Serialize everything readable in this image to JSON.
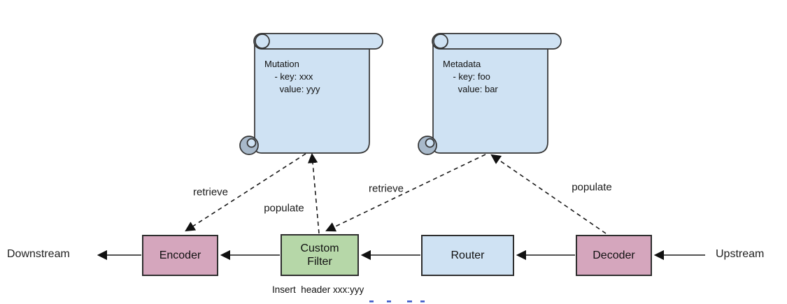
{
  "diagram": {
    "notes": {
      "mutation": "Mutation\n    - key: xxx\n      value: yyy",
      "metadata": "Metadata\n    - key: foo\n      value: bar"
    },
    "nodes": {
      "encoder": {
        "label": "Encoder",
        "fill": "#d5a6bd"
      },
      "custom_filter": {
        "label": "Custom\nFilter",
        "fill": "#b6d7a8"
      },
      "router": {
        "label": "Router",
        "fill": "#cfe2f3"
      },
      "decoder": {
        "label": "Decoder",
        "fill": "#d5a6bd"
      }
    },
    "endpoints": {
      "downstream": "Downstream",
      "upstream": "Upstream"
    },
    "edge_labels": {
      "retrieve_encoder": "retrieve",
      "populate_mutation": "populate",
      "retrieve_filter": "retrieve",
      "populate_metadata": "populate"
    },
    "caption": "Insert  header xxx:yyy",
    "colors": {
      "scroll_fill": "#cfe2f3",
      "scroll_curl": "#a8b9ca",
      "node_pink": "#d5a6bd",
      "node_green": "#b6d7a8",
      "node_blue": "#cfe2f3",
      "line": "#1a1a1a",
      "cropped_fragment_blue": "#3f5bc9"
    }
  }
}
